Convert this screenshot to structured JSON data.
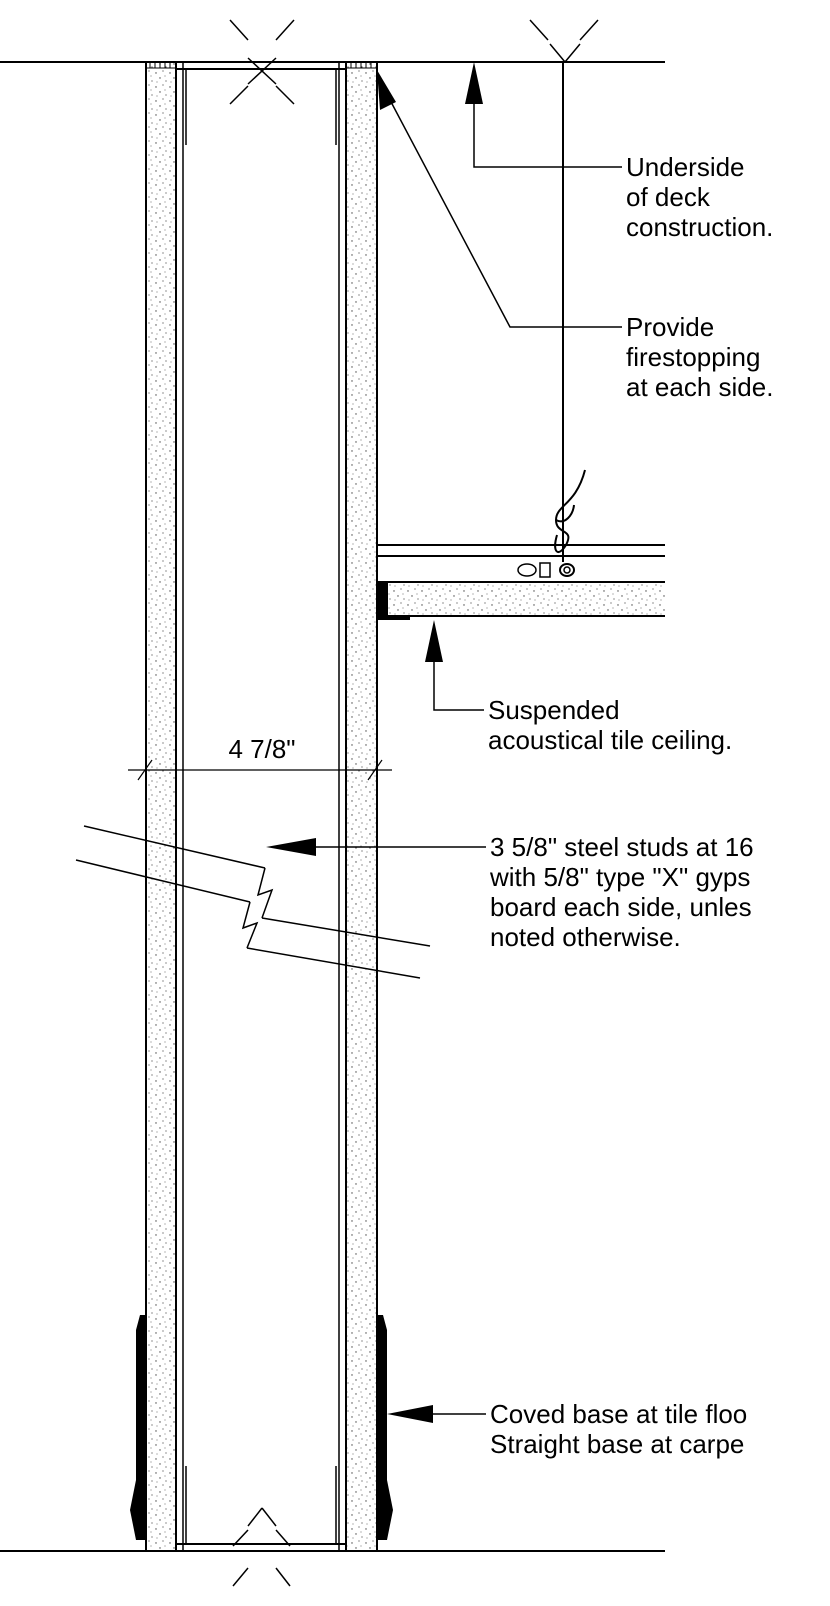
{
  "dimension": {
    "wall_thickness": "4 7/8\""
  },
  "callouts": {
    "deck": [
      "Underside",
      "of deck",
      "construction."
    ],
    "firestop": [
      "Provide",
      "firestopping",
      "at each side."
    ],
    "ceiling": [
      "Suspended",
      "acoustical tile ceiling."
    ],
    "studs": [
      "3 5/8\" steel studs at 16",
      "with 5/8\" type \"X\" gyps",
      "board each side, unles",
      "noted otherwise."
    ],
    "base": [
      "Coved base at tile floo",
      "Straight base at carpe"
    ]
  }
}
